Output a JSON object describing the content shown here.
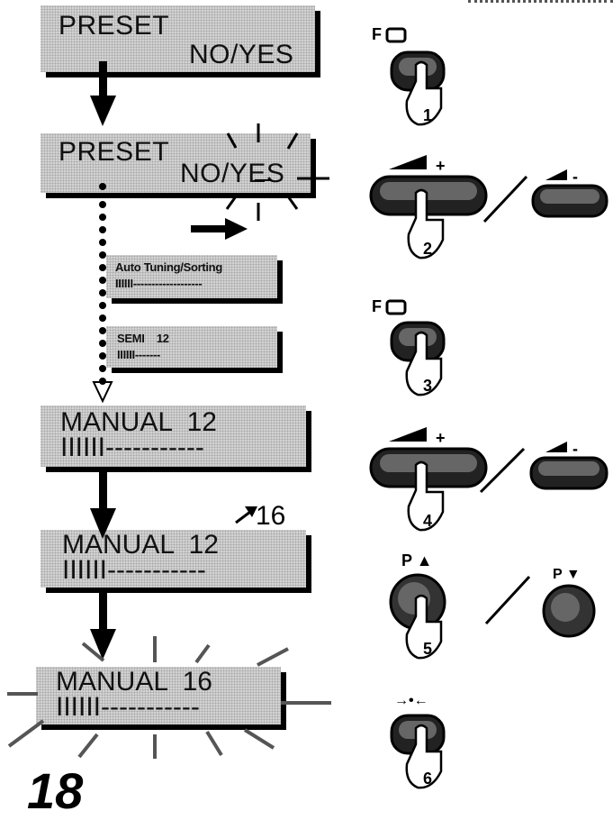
{
  "page_number": "18",
  "screens": {
    "s1": {
      "line1": "PRESET",
      "line2": "NO/YES"
    },
    "s2": {
      "line1": "PRESET",
      "line2": "NO/YES"
    },
    "s3": {
      "line1": "Auto Tuning/Sorting",
      "line2": "IIIIII-------------------"
    },
    "s4": {
      "line1": "SEMI    12",
      "line2": "IIIIII-------"
    },
    "s5": {
      "line1": "MANUAL  12",
      "line2": "IIIIII-----------"
    },
    "s6": {
      "line1": "MANUAL  12",
      "line2": "IIIIII-----------",
      "new_value": "16"
    },
    "s7": {
      "line1": "MANUAL  16",
      "line2": "IIIIII-----------"
    }
  },
  "buttons": {
    "b1": {
      "label": "F",
      "step": "1"
    },
    "b2": {
      "label": "+",
      "step": "2",
      "alt_label": "-"
    },
    "b3": {
      "label": "F",
      "step": "3"
    },
    "b4": {
      "label": "+",
      "step": "4",
      "alt_label": "-"
    },
    "b5": {
      "label": "P ▲",
      "step": "5",
      "alt_label": "P ▼"
    },
    "b6": {
      "label": "→•←",
      "step": "6"
    }
  },
  "colors": {
    "lcd_background": "#d2d2d2",
    "ink": "#000000"
  }
}
